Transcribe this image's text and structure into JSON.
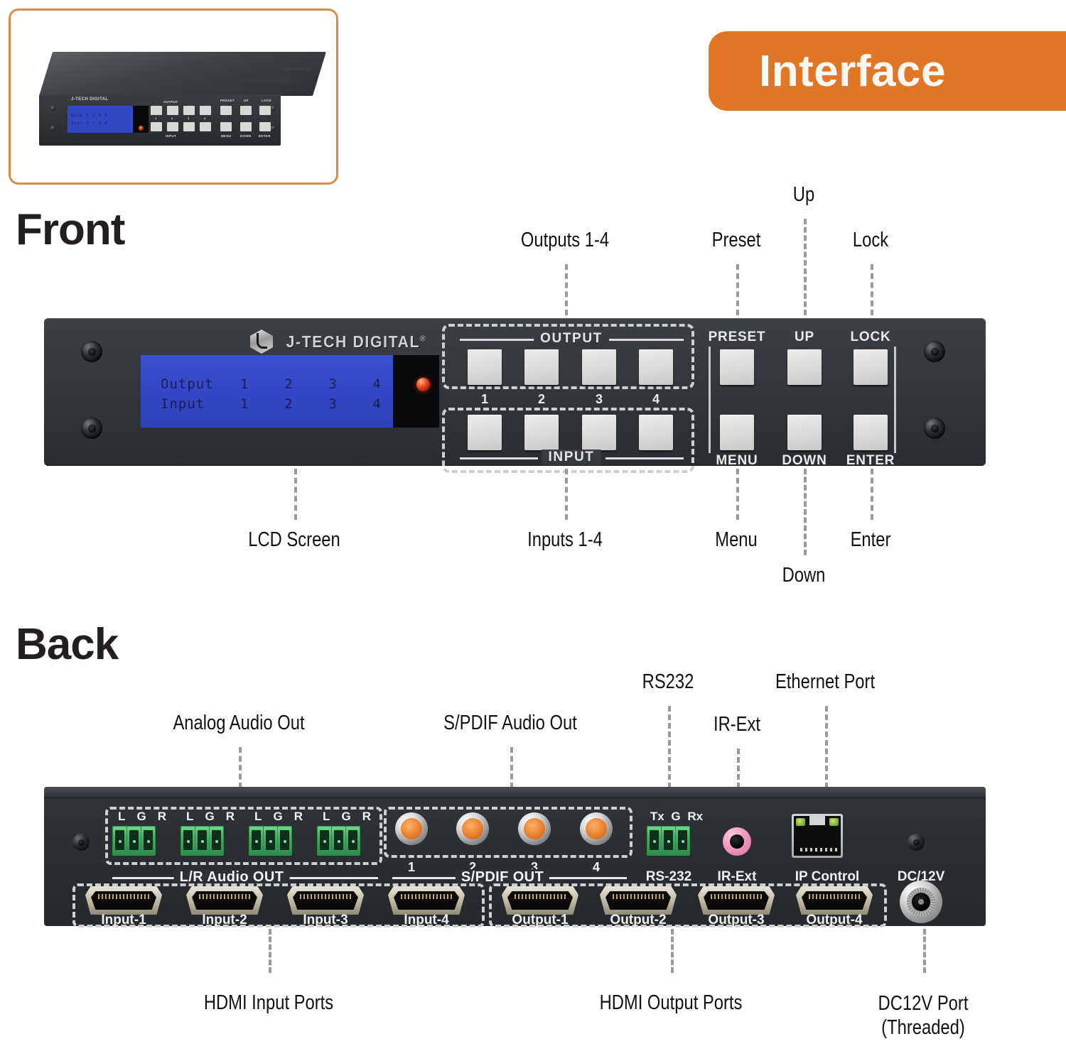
{
  "badge": {
    "label": "Interface"
  },
  "headings": {
    "front": "Front",
    "back": "Back"
  },
  "thumbnail": {
    "brand": "J-TECH DIGITAL",
    "model": "J-TECH DIGITAL",
    "subtitle": "4x4 HDMI MATRIX SWITCHER 4K",
    "lcd_row1": "Outp  1  2  3  4",
    "lcd_row2": "Inpt  1  2  3  4",
    "output_group": "OUTPUT",
    "input_group": "INPUT",
    "numbers": [
      "1",
      "2",
      "3",
      "4"
    ],
    "controls_top": [
      "PRESET",
      "UP",
      "LOCK"
    ],
    "controls_bottom": [
      "MENU",
      "DOWN",
      "ENTER"
    ]
  },
  "front": {
    "brand_text": "J-TECH DIGITAL",
    "brand_reg": "®",
    "lcd": {
      "row1_label": "Output",
      "row1_values": [
        "1",
        "2",
        "3",
        "4"
      ],
      "row2_label": "Input",
      "row2_values": [
        "1",
        "2",
        "3",
        "4"
      ],
      "row1_text": "Output   1    2    3    4",
      "row2_text": "Input    1    2    3    4"
    },
    "output_group_label": "OUTPUT",
    "input_group_label": "INPUT",
    "button_numbers": [
      "1",
      "2",
      "3",
      "4"
    ],
    "control_buttons_top": [
      "PRESET",
      "UP",
      "LOCK"
    ],
    "control_buttons_bottom": [
      "MENU",
      "DOWN",
      "ENTER"
    ],
    "annotations": {
      "outputs": "Outputs 1-4",
      "preset": "Preset",
      "up": "Up",
      "lock": "Lock",
      "lcd_screen": "LCD Screen",
      "inputs": "Inputs 1-4",
      "menu": "Menu",
      "down": "Down",
      "enter": "Enter"
    }
  },
  "back": {
    "lgr_labels": [
      "L",
      "G",
      "R"
    ],
    "lr_audio_out_label": "L/R Audio OUT",
    "spdif_numbers": [
      "1",
      "2",
      "3",
      "4"
    ],
    "spdif_out_label": "S/PDIF OUT",
    "rs232_pins": [
      "Tx",
      "G",
      "Rx"
    ],
    "rs232_label": "RS-232",
    "ir_ext_label": "IR-Ext",
    "ip_control_label": "IP Control",
    "dc_label": "DC/12V",
    "hdmi_inputs": [
      "Input-1",
      "Input-2",
      "Input-3",
      "Input-4"
    ],
    "hdmi_outputs": [
      "Output-1",
      "Output-2",
      "Output-3",
      "Output-4"
    ],
    "annotations": {
      "analog_audio_out": "Analog Audio Out",
      "spdif_audio_out": "S/PDIF Audio Out",
      "rs232": "RS232",
      "ir_ext": "IR-Ext",
      "ethernet_port": "Ethernet Port",
      "hdmi_input_ports": "HDMI Input Ports",
      "hdmi_output_ports": "HDMI Output Ports",
      "dc12v_port_line1": "DC12V Port",
      "dc12v_port_line2": "(Threaded)"
    }
  },
  "colors": {
    "accent_orange": "#e17625",
    "card_border": "#d98b45",
    "lcd_blue": "#3347c6",
    "terminal_green": "#46b46b",
    "rca_orange": "#e8802c",
    "ir_pink": "#f09ac0",
    "panel_dark": "#34373b"
  }
}
